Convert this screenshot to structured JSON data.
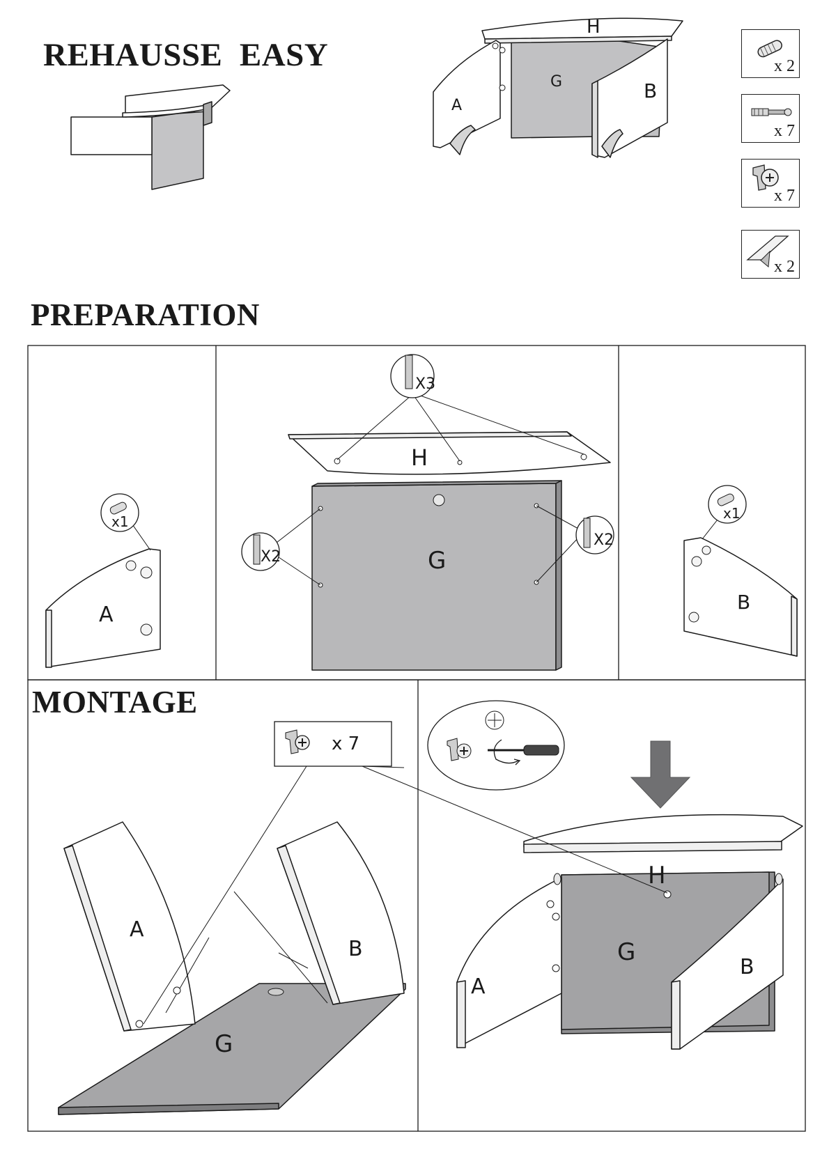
{
  "titles": {
    "main": "REHAUSSE  EASY",
    "preparation": "PREPARATION",
    "montage": "MONTAGE"
  },
  "panels": {
    "a": "A",
    "b": "B",
    "g": "G",
    "h": "H"
  },
  "hardware": [
    {
      "icon": "wooden-dowel-icon",
      "qty": "x 2"
    },
    {
      "icon": "cam-bolt-icon",
      "qty": "x 7"
    },
    {
      "icon": "cam-lock-icon",
      "qty": "x 7"
    },
    {
      "icon": "adhesive-strip-icon",
      "qty": "x 2"
    }
  ],
  "callouts": {
    "bolts_top": "X3",
    "bolts_left": "X2",
    "bolts_right": "X2",
    "dowel_a": "x1",
    "dowel_b": "x1",
    "cam_lock": "x 7"
  },
  "colors": {
    "panel_gray": "#b8b8ba",
    "panel_dark": "#8e8e90",
    "line": "#1a1a1a",
    "arrow": "#707072"
  }
}
